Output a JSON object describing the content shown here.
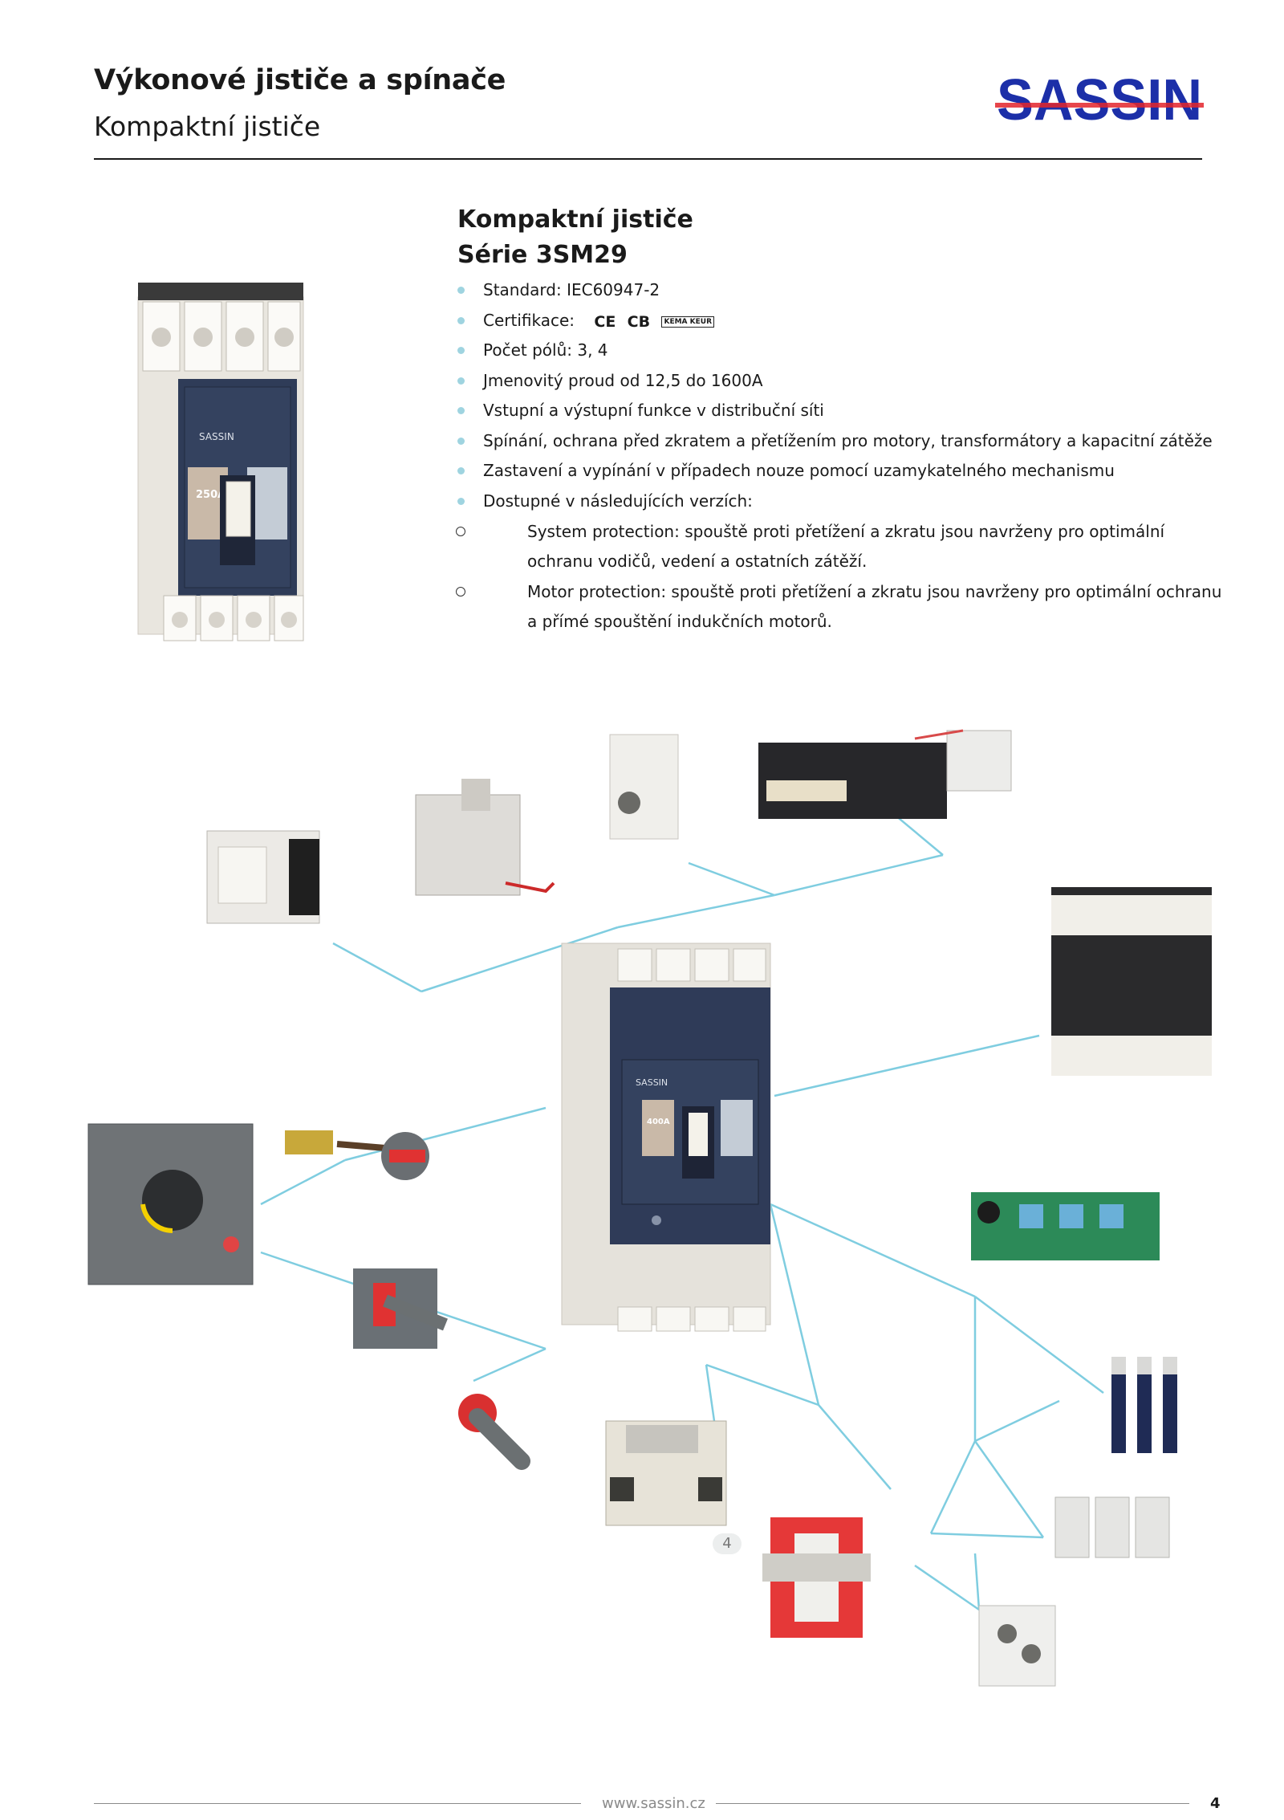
{
  "header": {
    "title": "Výkonové jističe a spínače",
    "subtitle": "Kompaktní jističe",
    "logo_text": "SASSIN",
    "brand_color": "#1c2fa8",
    "accent_color": "#e3242b"
  },
  "product": {
    "title_line1": "Kompaktní jističe",
    "title_line2": "Série 3SM29",
    "specs": [
      "Standard: IEC60947-2",
      "Certifikace:",
      "Počet pólů: 3, 4",
      "Jmenovitý proud od 12,5 do 1600A",
      "Vstupní a výstupní funkce v distribuční síti",
      "Spínání, ochrana před zkratem a přetížením pro motory, transformátory a kapacitní zátěže",
      "Zastavení a vypínání v případech nouze pomocí uzamykatelného mechanismu",
      "Dostupné v následujících verzích:"
    ],
    "cert_marks": [
      "CE",
      "CB",
      "KEMA KEUR"
    ],
    "versions": [
      "System protection: spouště proti přetížení  a zkratu jsou navrženy pro optimální ochranu vodičů, vedení a ostatních zátěží.",
      "Motor protection: spouště proti přetížení  a zkratu jsou navrženy pro optimální ochranu a přímé spouštění indukčních motorů."
    ],
    "bullet_color": "#9fd4e0",
    "breaker_label": "SASSIN",
    "breaker_rating": "250A"
  },
  "diagram": {
    "center_page_label": "4",
    "breaker_label": "SASSIN",
    "breaker_rating": "400A",
    "line_color": "#7fcde0"
  },
  "footer": {
    "url": "www.sassin.cz",
    "page_number": "4"
  }
}
